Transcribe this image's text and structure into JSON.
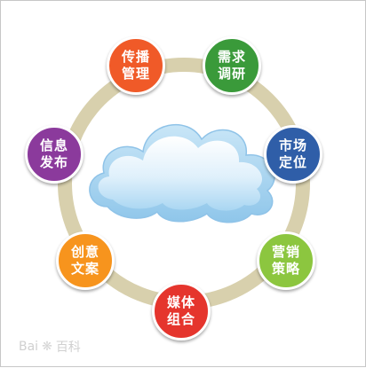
{
  "diagram": {
    "center": "cloud",
    "ring_color": "#d8d0ad",
    "nodes": [
      {
        "id": "chuanbo",
        "label": "传播管理",
        "color": "#f05a28"
      },
      {
        "id": "xuqiu",
        "label": "需求调研",
        "color": "#3a9a3a"
      },
      {
        "id": "shichang",
        "label": "市场定位",
        "color": "#2f5ea8"
      },
      {
        "id": "yingxiao",
        "label": "营销策略",
        "color": "#8cc63f"
      },
      {
        "id": "meiti",
        "label": "媒体组合",
        "color": "#e5352d"
      },
      {
        "id": "chuangyi",
        "label": "创意文案",
        "color": "#f7941d"
      },
      {
        "id": "xinxi",
        "label": "信息发布",
        "color": "#8b3a9c"
      }
    ]
  },
  "watermark": {
    "text_a": "Bai",
    "text_b": "百科",
    "icon": "baidu-paw-icon"
  }
}
